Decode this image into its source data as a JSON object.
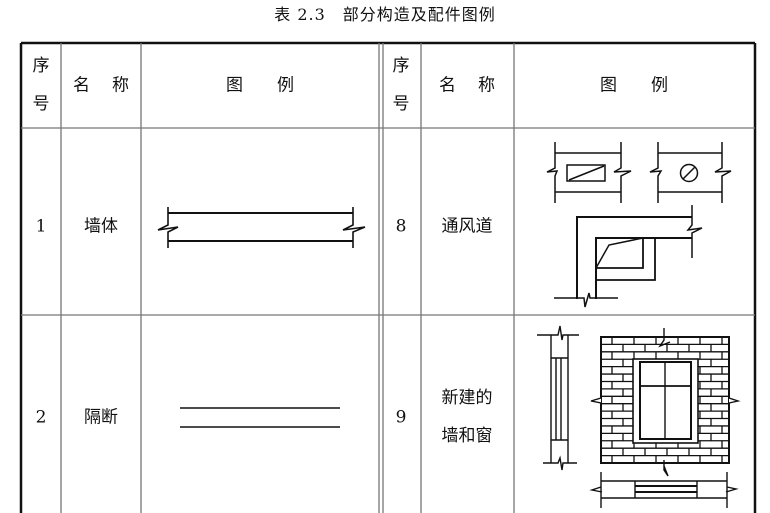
{
  "caption": "表 2.3　部分构造及配件图例",
  "headers": {
    "no": [
      "序",
      "号"
    ],
    "name": "名称",
    "legend": "图例"
  },
  "rows": [
    {
      "no": "1",
      "name": "墙体",
      "legend_icon": "wall-symbol"
    },
    {
      "no": "2",
      "name": "隔断",
      "legend_icon": "partition-symbol"
    },
    {
      "no": "8",
      "name": "通风道",
      "legend_icon": "ventilation-duct-symbol"
    },
    {
      "no": "9",
      "name": [
        "新建的",
        "墙和窗"
      ],
      "legend_icon": "new-wall-and-window-symbol"
    }
  ]
}
